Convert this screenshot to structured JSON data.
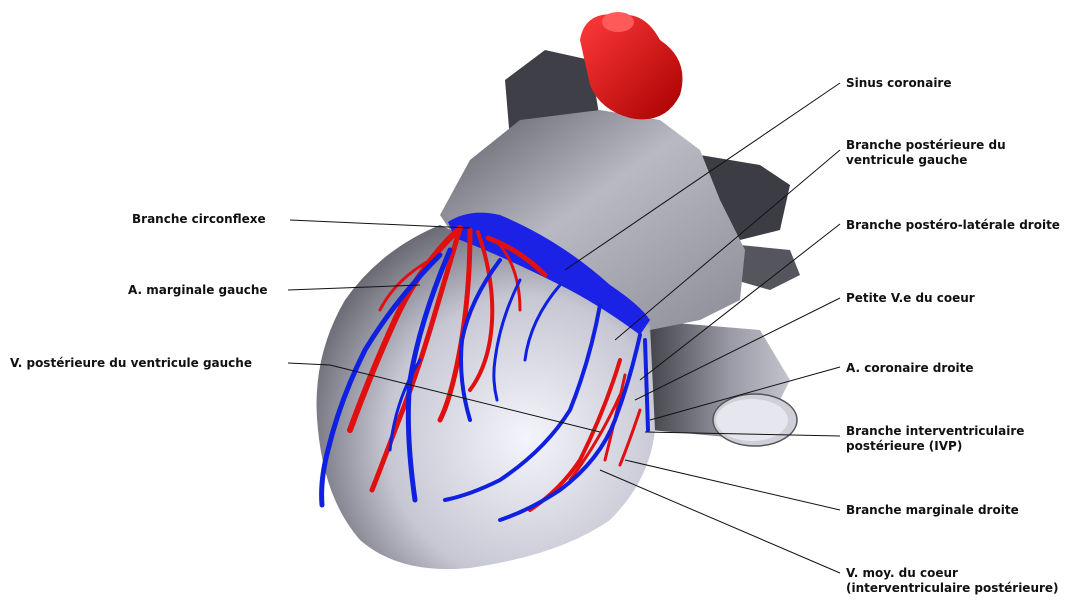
{
  "labels": {
    "sinus_coronaire": "Sinus coronaire",
    "branche_posterieure_vg_1": "Branche postérieure du",
    "branche_posterieure_vg_2": "ventricule gauche",
    "branche_postero_laterale_droite": "Branche postéro-latérale droite",
    "petite_veine_coeur": "Petite V.e du coeur",
    "a_coronaire_droite": "A. coronaire droite",
    "branche_ivp_1": "Branche interventriculaire",
    "branche_ivp_2": "postérieure (IVP)",
    "branche_marginale_droite": "Branche marginale droite",
    "v_moy_coeur_1": "V. moy. du coeur",
    "v_moy_coeur_2": "(interventriculaire postérieure)",
    "branche_circonflexe": "Branche circonflexe",
    "a_marginale_gauche": "A. marginale gauche",
    "v_posterieure_vg": "V. postérieure du ventricule gauche"
  },
  "colors": {
    "artery": "#e01010",
    "vein": "#1020e0",
    "heart_body": "#c9c9d6",
    "heart_dark": "#4a4a52",
    "aorta": "#dd0a0a"
  }
}
